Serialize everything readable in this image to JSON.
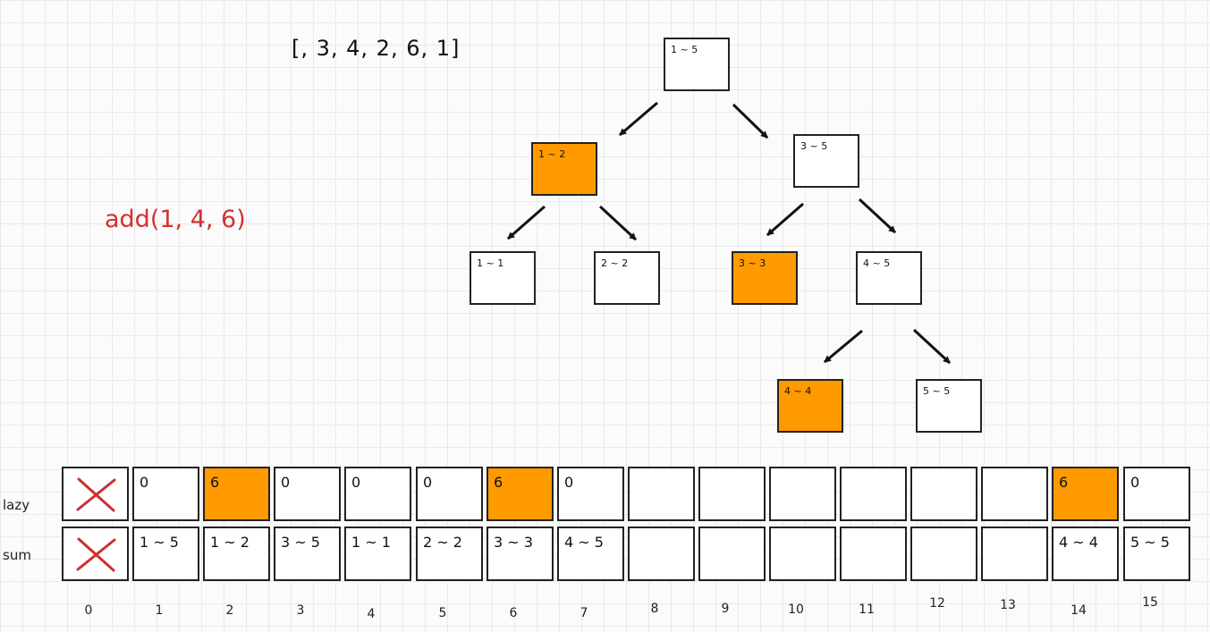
{
  "array_text": "[, 3, 4, 2, 6, 1]",
  "call_text": "add(1, 4, 6)",
  "colors": {
    "highlight": "#ff9a00",
    "call_text": "#d1312f"
  },
  "tree": {
    "root": {
      "label": "1 ~ 5"
    },
    "n1_2": {
      "label": "1 ~ 2"
    },
    "n3_5": {
      "label": "3 ~ 5"
    },
    "n1_1": {
      "label": "1 ~ 1"
    },
    "n2_2": {
      "label": "2 ~ 2"
    },
    "n3_3": {
      "label": "3 ~ 3"
    },
    "n4_5": {
      "label": "4 ~ 5"
    },
    "n4_4": {
      "label": "4 ~ 4"
    },
    "n5_5": {
      "label": "5 ~ 5"
    }
  },
  "rows": {
    "lazy_label": "lazy",
    "sum_label": "sum"
  },
  "lazy": [
    "",
    "0",
    "6",
    "0",
    "0",
    "0",
    "6",
    "0",
    "",
    "",
    "",
    "",
    "",
    "",
    "6",
    "0"
  ],
  "sum": [
    "",
    "1 ~ 5",
    "1 ~ 2",
    "3 ~ 5",
    "1 ~ 1",
    "2 ~ 2",
    "3 ~ 3",
    "4 ~ 5",
    "",
    "",
    "",
    "",
    "",
    "",
    "4 ~ 4",
    "5 ~ 5"
  ],
  "highlighted_lazy_indices": [
    2,
    6,
    14
  ],
  "indices": [
    "0",
    "1",
    "2",
    "3",
    "4",
    "5",
    "6",
    "7",
    "8",
    "9",
    "10",
    "11",
    "12",
    "13",
    "14",
    "15"
  ],
  "crossed_index": 0
}
